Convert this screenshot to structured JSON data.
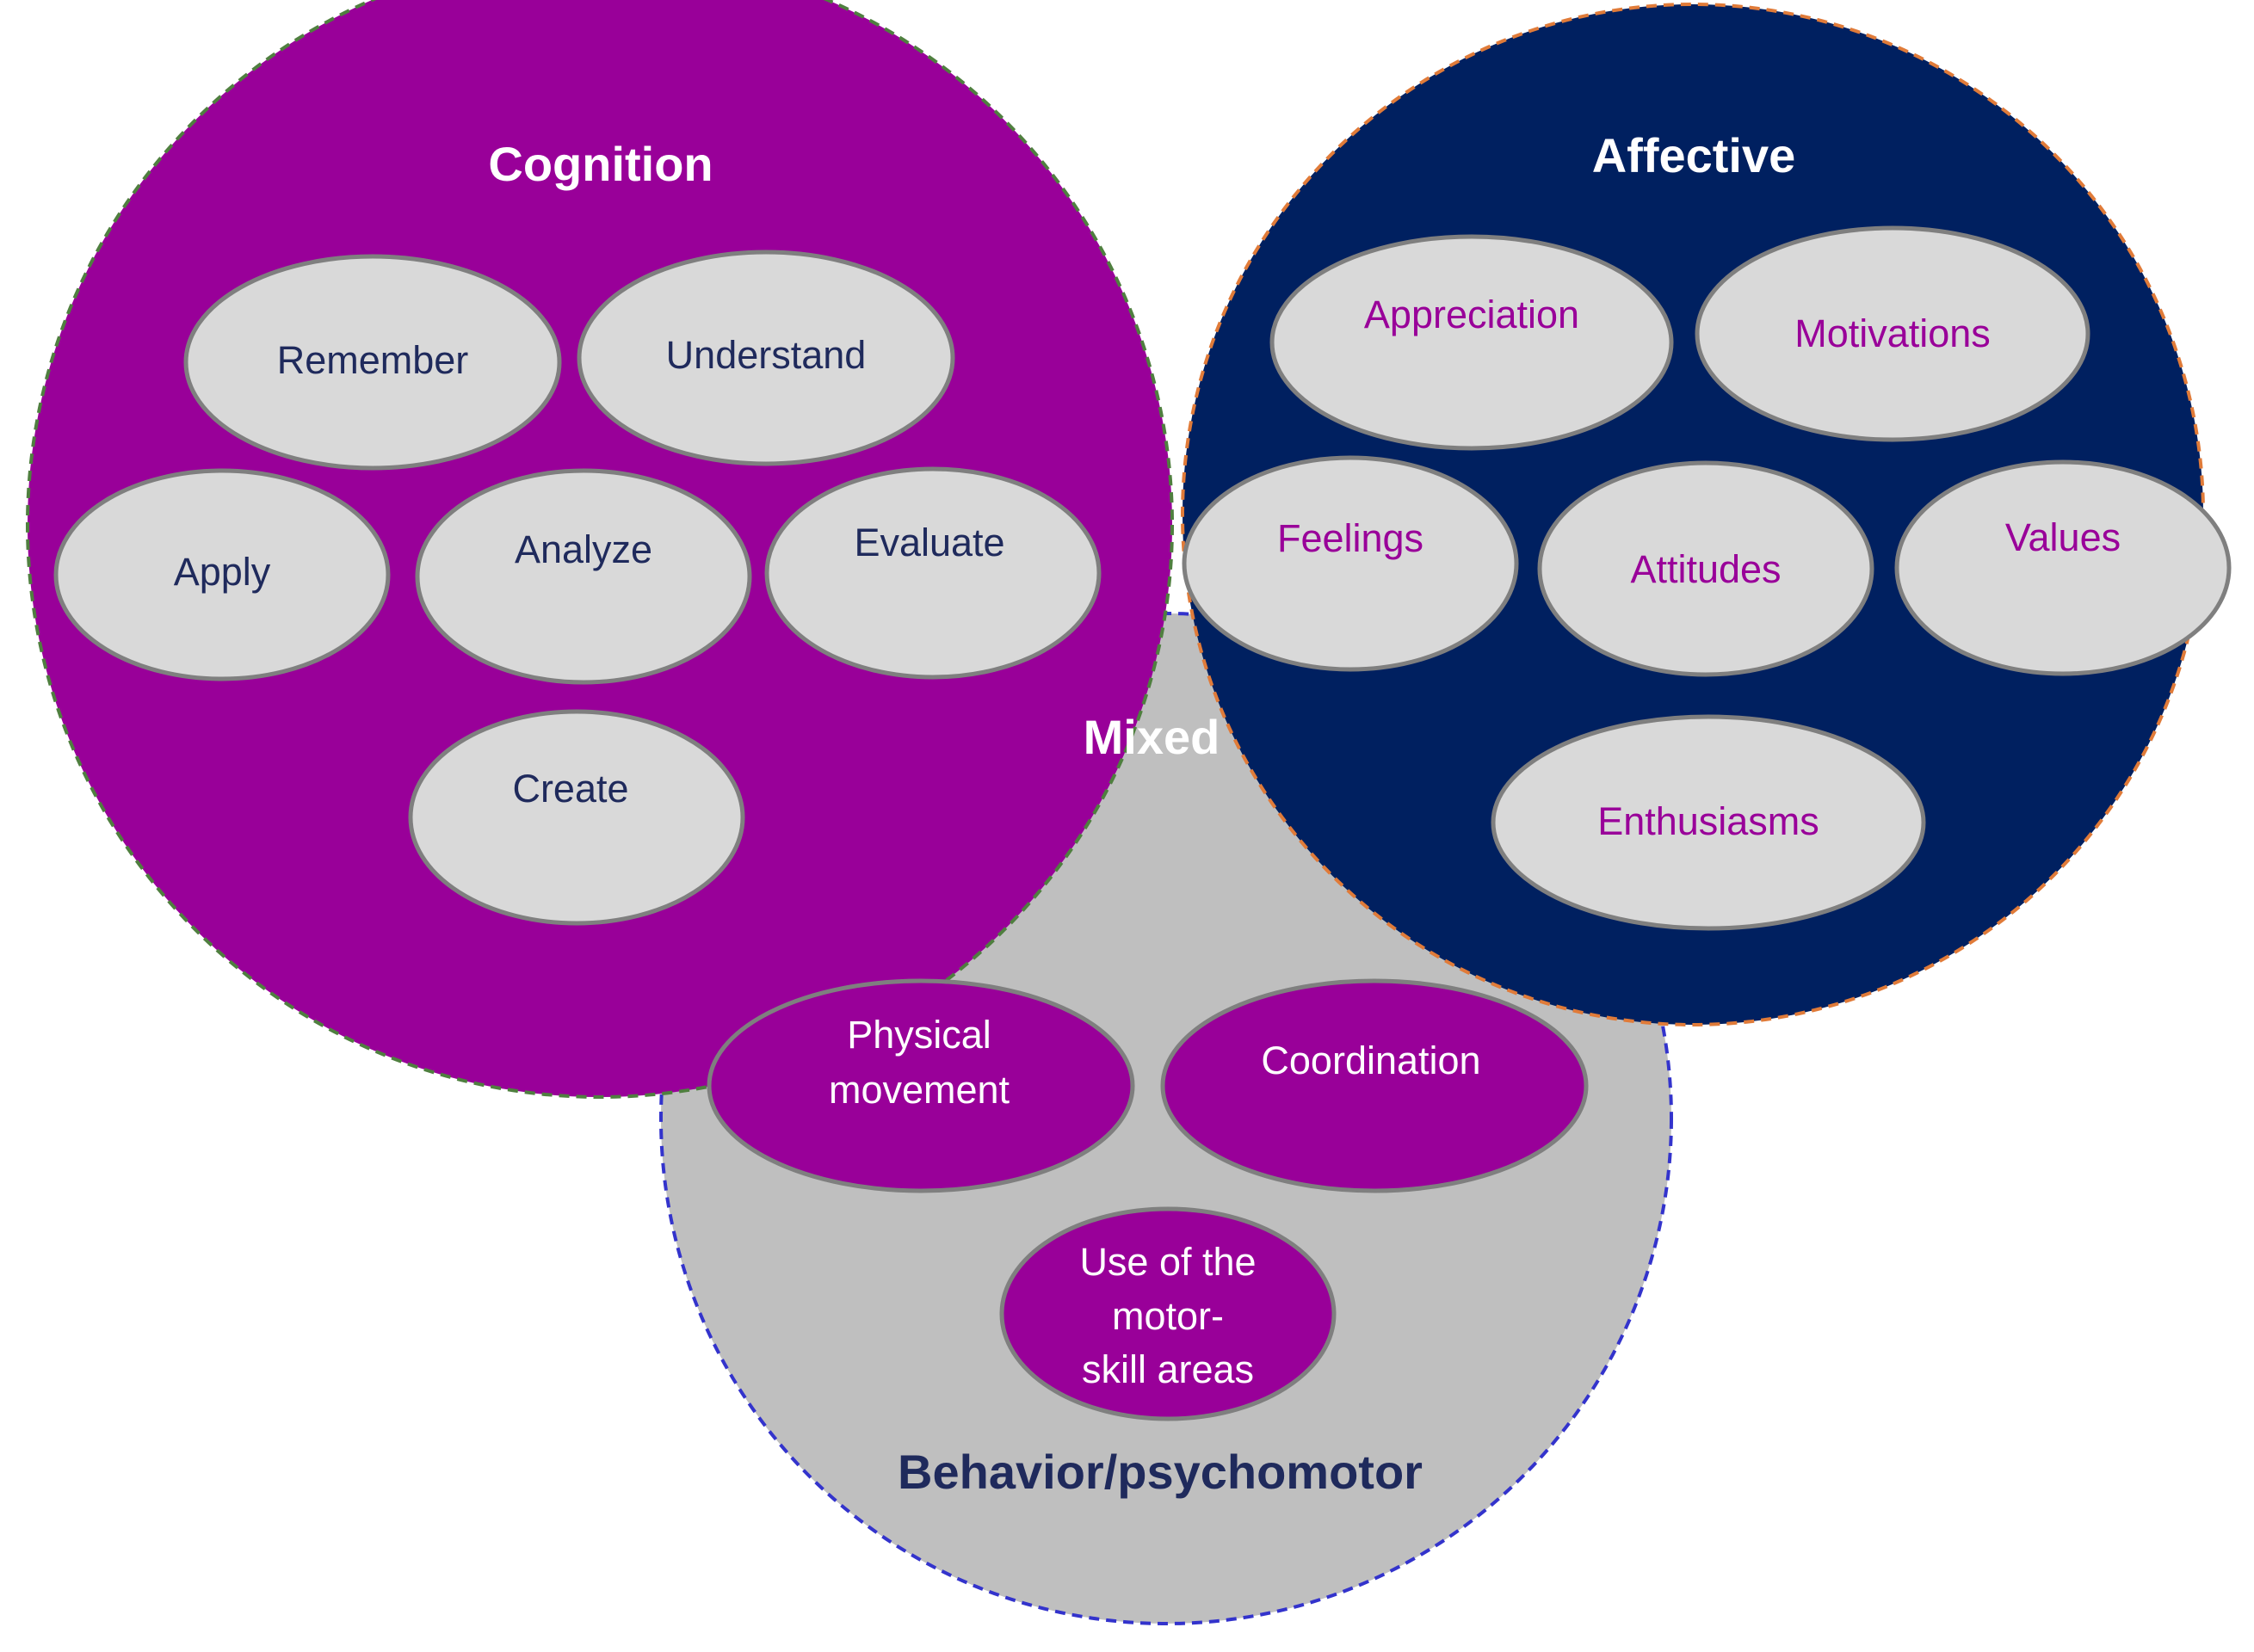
{
  "colors": {
    "cognition_fill": "#990099",
    "affective_fill": "#002060",
    "behavior_fill": "#BFBFBF",
    "bubble_light": "#D9D9D9",
    "bubble_border": "#7F7F7F",
    "cognition_border": "#4F7F3F",
    "affective_border": "#E07B39",
    "behavior_border": "#3333CC",
    "dark_text": "#1F2A5C",
    "purple_text": "#990099",
    "white_text": "#FFFFFF"
  },
  "cognition": {
    "title": "Cognition",
    "items": [
      "Remember",
      "Understand",
      "Apply",
      "Analyze",
      "Evaluate",
      "Create"
    ]
  },
  "affective": {
    "title": "Affective",
    "items": [
      "Appreciation",
      "Motivations",
      "Feelings",
      "Attitudes",
      "Values",
      "Enthusiasms"
    ]
  },
  "overlap": {
    "label": "Mixed"
  },
  "behavior": {
    "title": "Behavior/psychomotor",
    "items": [
      [
        "Physical",
        "movement"
      ],
      [
        "Coordination"
      ],
      [
        "Use of the",
        "motor-",
        "skill areas"
      ]
    ]
  }
}
